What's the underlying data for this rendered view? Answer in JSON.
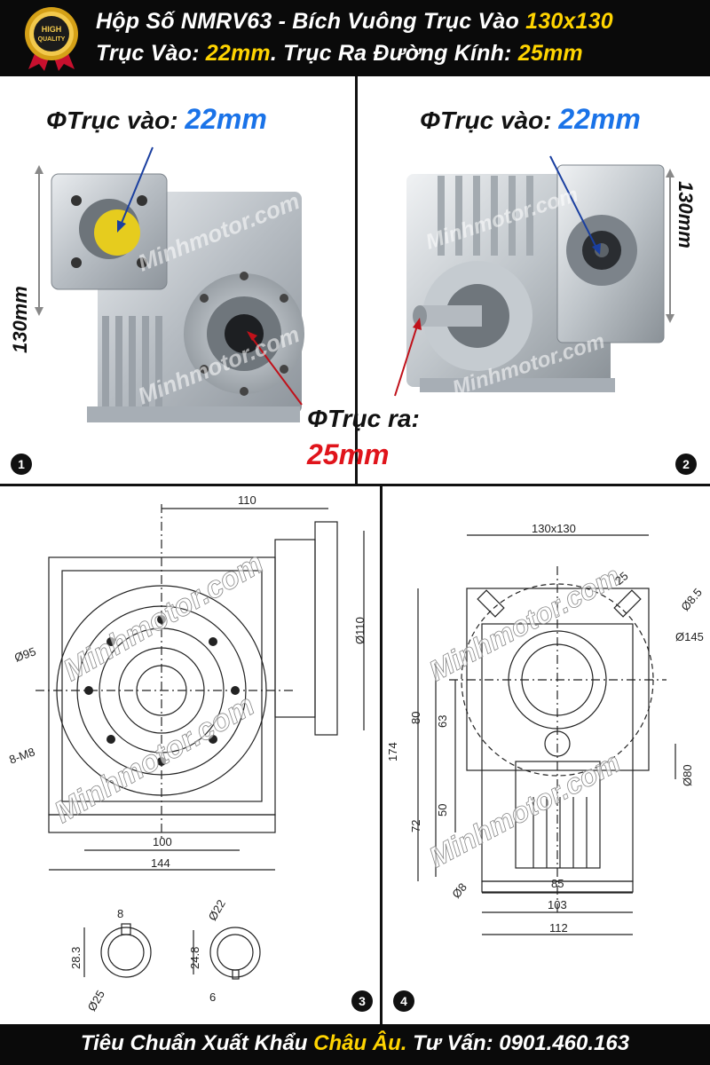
{
  "header": {
    "line1_prefix": "Hộp Số NMRV63 - Bích Vuông Trục Vào ",
    "line1_highlight": "130x130",
    "line2_a": "Trục Vào: ",
    "line2_b": "22mm",
    "line2_c": ". Trục Ra Đường Kính: ",
    "line2_d": "25mm",
    "badge_icon": "high-quality-medal-icon",
    "badge_text": "HIGH QUALITY"
  },
  "photo1": {
    "in_label": "ΦTrục vào: ",
    "in_value": "22mm",
    "size_label": "130mm",
    "out_label": "ΦTrục ra:",
    "out_value": "25mm",
    "number": "1",
    "watermark": "Minhmotor.com"
  },
  "photo2": {
    "in_label": "ΦTrục vào: ",
    "in_value": "22mm",
    "size_label": "130mm",
    "number": "2",
    "watermark": "Minhmotor.com"
  },
  "drawing3": {
    "number": "3",
    "watermark": "Minhmotor.com",
    "dims": {
      "d110": "110",
      "phi110": "Ø110",
      "phi95": "Ø95",
      "m8": "8-M8",
      "d100": "100",
      "d144": "144",
      "k8": "8",
      "k283": "28.3",
      "phi25": "Ø25",
      "phi22": "Ø22",
      "d248": "24.8",
      "k6": "6"
    }
  },
  "drawing4": {
    "number": "4",
    "watermark": "Minhmotor.com",
    "dims": {
      "sq": "130x130",
      "d25": "25",
      "phi85": "Ø8.5",
      "phi145": "Ø145",
      "d80": "80",
      "d63": "63",
      "d174": "174",
      "d50": "50",
      "d72": "72",
      "phi80": "Ø80",
      "phi8": "Ø8",
      "d85": "85",
      "d103": "103",
      "d112": "112"
    }
  },
  "footer": {
    "a": "Tiêu Chuẩn Xuất Khẩu ",
    "b": "Châu Âu.",
    "c": " Tư Vấn: 0901.460.163"
  },
  "colors": {
    "accent_yellow": "#ffd400",
    "blue": "#1a73e8",
    "red": "#e0141b"
  }
}
